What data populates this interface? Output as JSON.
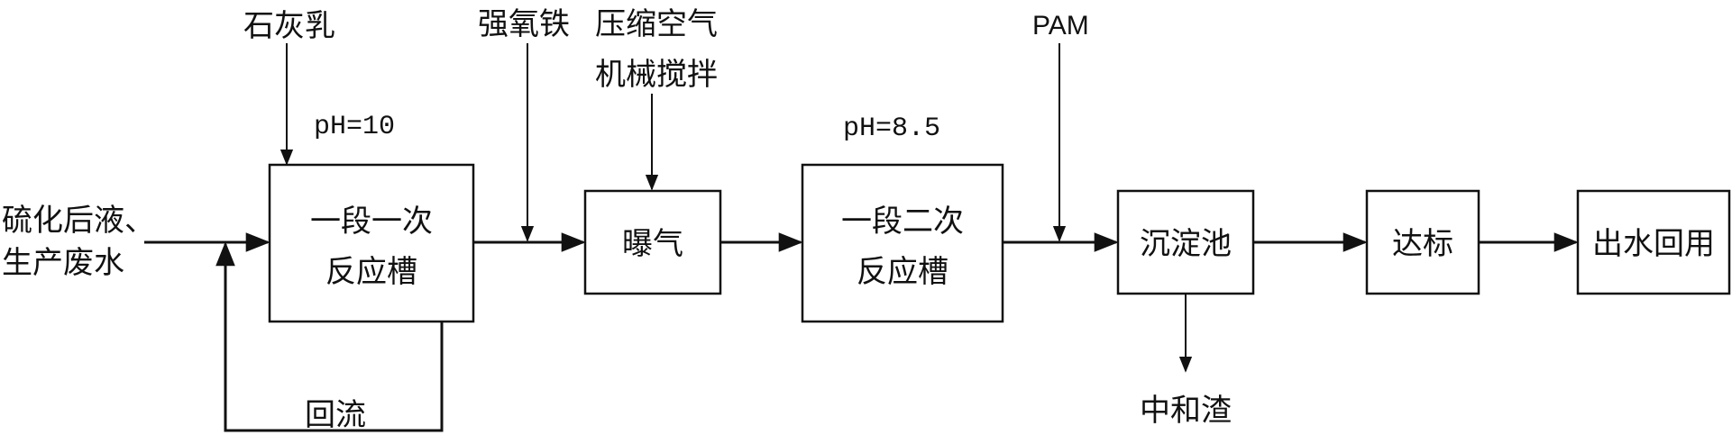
{
  "inputs": {
    "feed_line1": "硫化后液、",
    "feed_line2": "生产废水",
    "lime_milk": "石灰乳",
    "strong_oxidizer": "强氧铁",
    "compressed_air_line1": "压缩空气",
    "compressed_air_line2": "机械搅拌",
    "pam": "PAM"
  },
  "conditions": {
    "ph_stage1": "pH=10",
    "ph_stage2": "pH=8.5"
  },
  "boxes": {
    "reactor1_line1": "一段一次",
    "reactor1_line2": "反应槽",
    "aeration": "曝气",
    "reactor2_line1": "一段二次",
    "reactor2_line2": "反应槽",
    "sedimentation": "沉淀池",
    "compliance": "达标",
    "reuse": "出水回用"
  },
  "outputs": {
    "reflux": "回流",
    "neutral_slag": "中和渣"
  },
  "colors": {
    "ink": "#111111",
    "background": "#ffffff"
  }
}
